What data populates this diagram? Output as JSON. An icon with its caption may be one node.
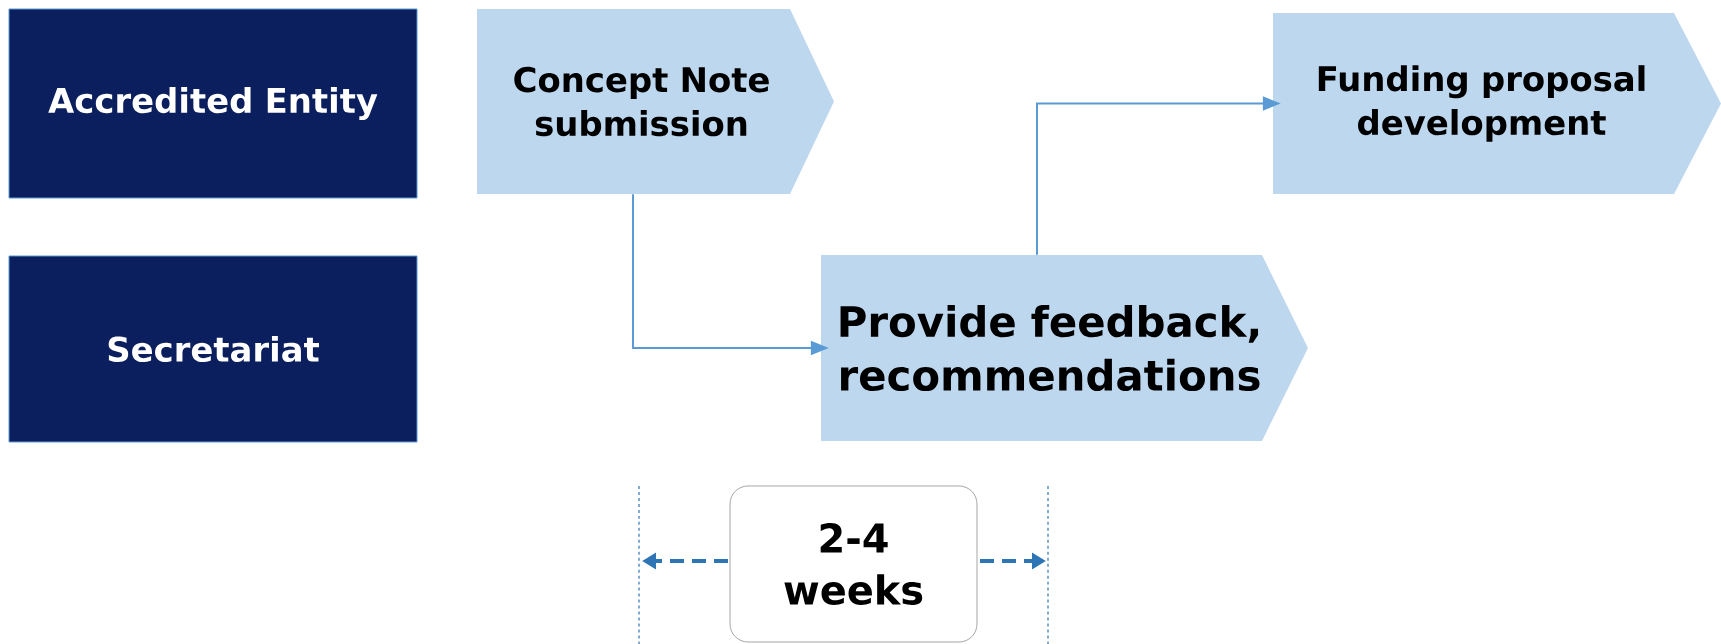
{
  "diagram": {
    "nodes": [
      {
        "text": [
          "Accredited Entity"
        ]
      },
      {
        "text": [
          "Concept Note submission"
        ]
      },
      {
        "text": [
          "Funding proposal development"
        ]
      },
      {
        "text": [
          "Secretariat"
        ]
      },
      {
        "text": [
          "Provide feedback, recommendations"
        ]
      },
      {
        "text": [
          "2-4 weeks"
        ]
      }
    ],
    "edges": [
      {
        "from": 1,
        "to": 4,
        "arrow": "to"
      },
      {
        "from": 4,
        "to": 2,
        "arrow": "to"
      }
    ]
  }
}
